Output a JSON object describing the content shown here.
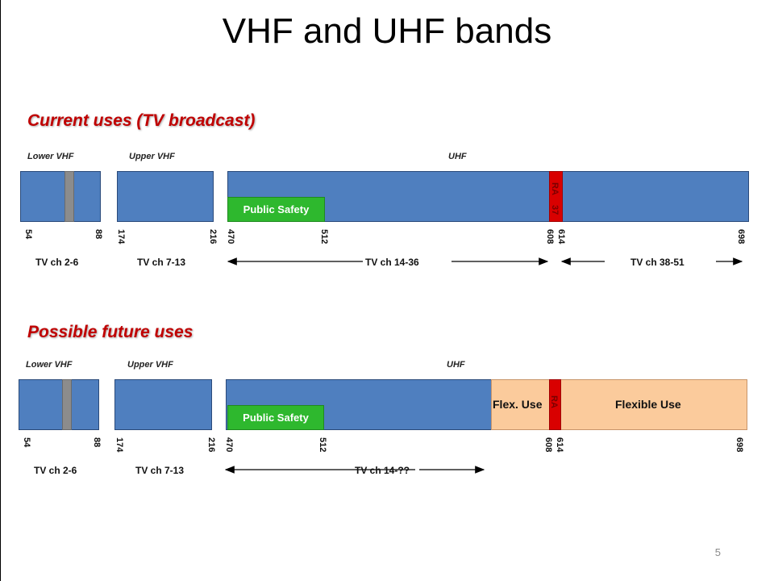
{
  "title": "VHF and UHF bands",
  "page_number": "5",
  "current": {
    "heading": "Current uses (TV broadcast)",
    "labels": {
      "lower_vhf": "Lower VHF",
      "upper_vhf": "Upper VHF",
      "uhf": "UHF"
    },
    "public_safety": "Public Safety",
    "ra": "RA",
    "ra_channel": "37",
    "freqs": [
      "54",
      "88",
      "174",
      "216",
      "470",
      "512",
      "608",
      "614",
      "698"
    ],
    "channels": [
      "TV ch 2-6",
      "TV ch 7-13",
      "TV ch 14-36",
      "TV ch 38-51"
    ]
  },
  "future": {
    "heading": "Possible future uses",
    "labels": {
      "lower_vhf": "Lower VHF",
      "upper_vhf": "Upper VHF",
      "uhf": "UHF"
    },
    "public_safety": "Public Safety",
    "ra": "RA",
    "flex_use": "Flex. Use",
    "flexible_use": "Flexible Use",
    "freqs": [
      "54",
      "88",
      "174",
      "216",
      "470",
      "512",
      "608",
      "614",
      "698"
    ],
    "channels": [
      "TV ch 2-6",
      "TV ch 7-13",
      "TV ch 14-??"
    ]
  },
  "colors": {
    "band_blue": "#4f7fbf",
    "ra_red": "#d90000",
    "public_safety_green": "#2eb82e",
    "flexible_orange": "#fbcb9c",
    "heading_red": "#c00000"
  }
}
